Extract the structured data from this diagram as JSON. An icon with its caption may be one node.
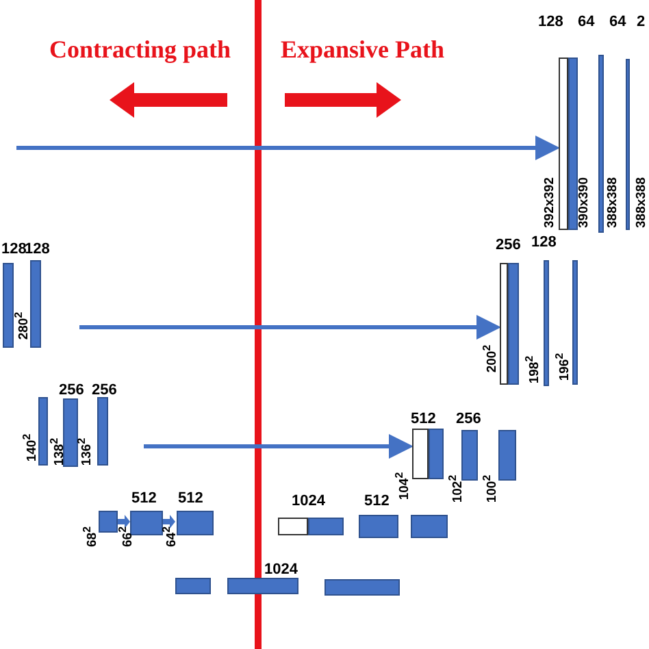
{
  "diagram": {
    "nodes": [
      {
        "text": [],
        "shape": "bar",
        "beside": [
          "392x392"
        ]
      },
      {
        "text": [],
        "shape": "bar",
        "beside": [
          "200$^{2}$"
        ]
      },
      {
        "text": [],
        "shape": "bar",
        "beside": [
          "104$^{2}$"
        ]
      }
    ],
    "edges": [
      {
        "from": null,
        "to": 0,
        "arrow": "to"
      },
      {
        "from": null,
        "to": 1,
        "arrow": "to"
      },
      {
        "from": null,
        "to": 2,
        "arrow": "to"
      }
    ],
    "labels": [
      "Contracting path",
      "Expansive Path",
      "128",
      "64",
      "64",
      "2",
      "390x390",
      "388x388",
      "388x388",
      "128",
      "128",
      "256",
      "128",
      "280$^{2}$",
      "198$^{2}$",
      "196$^{2}$",
      "256",
      "256",
      "140$^{2}$",
      "138$^{2}$",
      "136$^{2}$",
      "512",
      "256",
      "102$^{2}$",
      "100$^{2}$",
      "512",
      "512",
      "1024",
      "512",
      "68$^{2}$",
      "66$^{2}$",
      "64$^{2}$",
      "1024"
    ]
  }
}
